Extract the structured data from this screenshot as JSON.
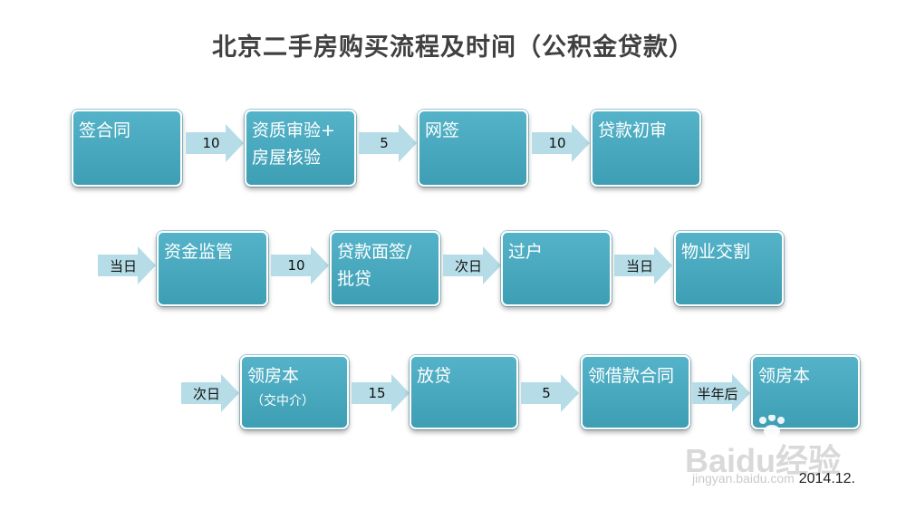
{
  "title": "北京二手房购买流程及时间（公积金贷款）",
  "date": "2014.12.",
  "watermark": {
    "brand": "Baidu经验",
    "url": "jingyan.baidu.com"
  },
  "row1": {
    "boxes": [
      {
        "text": "签合同"
      },
      {
        "text": "资质审验+",
        "text2": "房屋核验"
      },
      {
        "text": "网签"
      },
      {
        "text": "贷款初审"
      }
    ],
    "arrows": [
      "10",
      "5",
      "10"
    ]
  },
  "row2": {
    "lead": "当日",
    "boxes": [
      {
        "text": "资金监管"
      },
      {
        "text": "贷款面签/",
        "text2": "批贷"
      },
      {
        "text": "过户"
      },
      {
        "text": "物业交割"
      }
    ],
    "arrows": [
      "10",
      "次日",
      "当日"
    ]
  },
  "row3": {
    "lead": "次日",
    "boxes": [
      {
        "text": "领房本",
        "sub": "（交中介）"
      },
      {
        "text": "放贷"
      },
      {
        "text": "领借款合同"
      },
      {
        "text": "领房本"
      }
    ],
    "arrows": [
      "15",
      "5",
      "半年后"
    ]
  },
  "colors": {
    "box": "#4aabc1",
    "arrow": "#b6dde7",
    "title": "#404040"
  }
}
